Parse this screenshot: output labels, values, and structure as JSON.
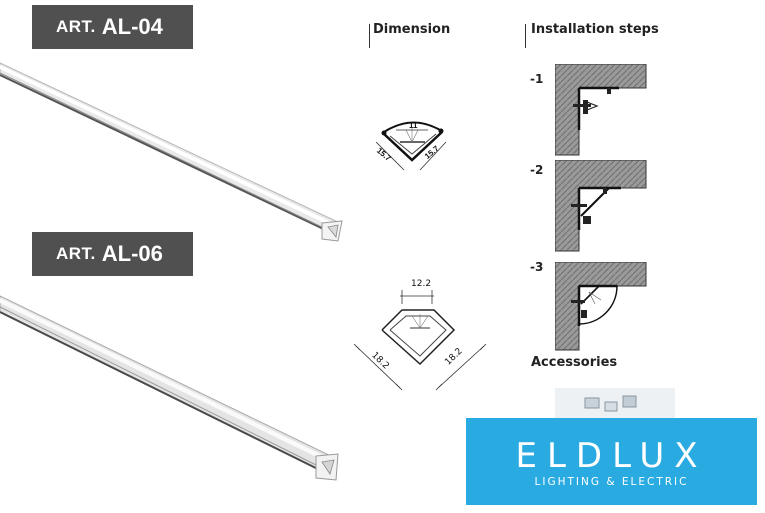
{
  "products": [
    {
      "art_label": "ART.",
      "code": "AL-04"
    },
    {
      "art_label": "ART.",
      "code": "AL-06"
    }
  ],
  "sections": {
    "dimension": "Dimension",
    "installation": "Installation steps",
    "accessories": "Accessories"
  },
  "steps": [
    "-1",
    "-2",
    "-3"
  ],
  "dimensions_al04": {
    "top": "11",
    "left": "15.7",
    "right": "15.7"
  },
  "dimensions_al06": {
    "top": "12.2",
    "left": "18.2",
    "right": "18.2"
  },
  "logo": {
    "name": "ELDLUX",
    "tagline": "LIGHTING & ELECTRIC"
  },
  "colors": {
    "label_bg": "#505050",
    "logo_bg": "#29abe2"
  }
}
